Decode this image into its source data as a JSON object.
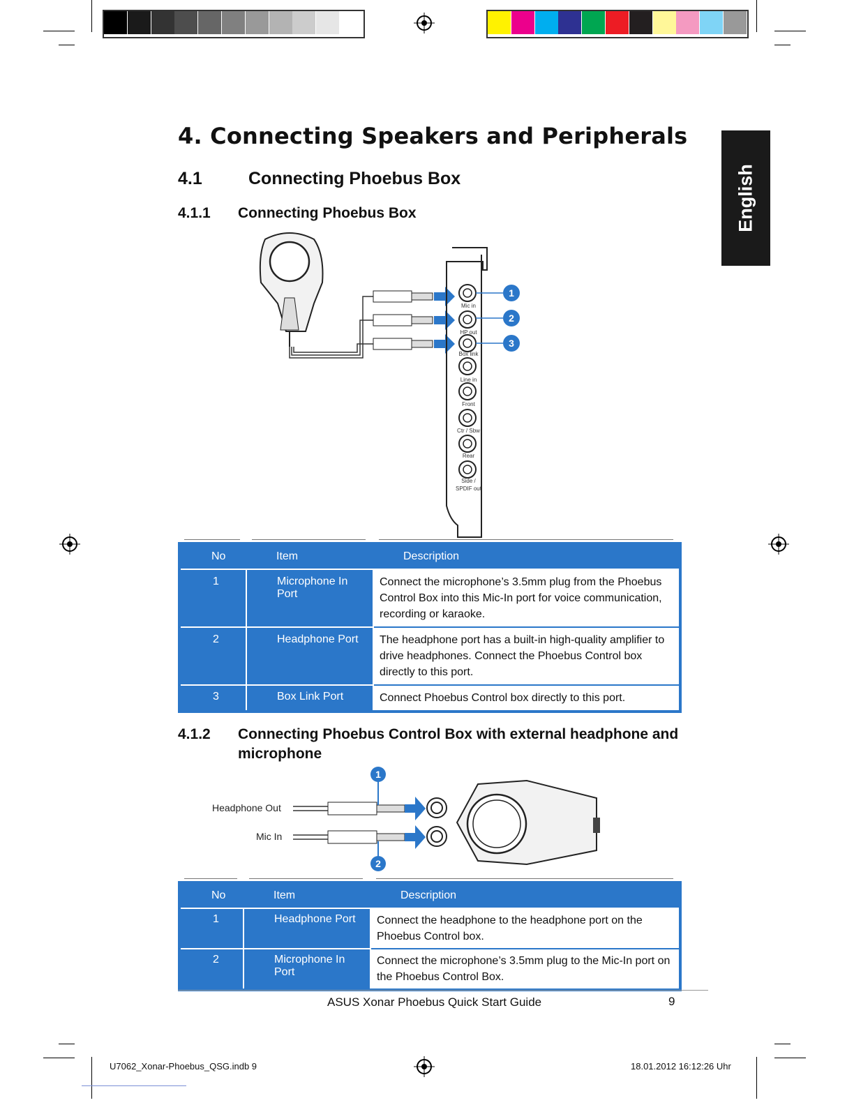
{
  "heading": "4. Connecting Speakers and Peripherals",
  "section": {
    "number": "4.1",
    "title": "Connecting Phoebus Box"
  },
  "sub1": {
    "number": "4.1.1",
    "title": "Connecting Phoebus Box"
  },
  "sub2": {
    "number": "4.1.2",
    "title_line1": "Connecting Phoebus Control Box with external headphone and",
    "title_line2": "microphone"
  },
  "side_tab": "English",
  "card_ports": [
    "Mic in",
    "HP out",
    "Box link",
    "Line in",
    "Front",
    "Ctr / Sbw",
    "Rear",
    "Side /",
    "SPDIF out"
  ],
  "callouts": [
    "1",
    "2",
    "3"
  ],
  "diagram2": {
    "label_headphone": "Headphone Out",
    "label_mic": "Mic In",
    "callouts": [
      "1",
      "2"
    ]
  },
  "table1": {
    "headers": [
      "No",
      "Item",
      "Description"
    ],
    "rows": [
      {
        "no": "1",
        "item": "Microphone In Port",
        "desc": "Connect the microphone’s 3.5mm plug from the Phoebus Control Box into this Mic-In port for voice communication, recording or karaoke."
      },
      {
        "no": "2",
        "item": "Headphone Port",
        "desc": "The headphone port has a built-in high-quality amplifier to drive headphones. Connect the Phoebus Control box directly to this port."
      },
      {
        "no": "3",
        "item": "Box Link Port",
        "desc": "Connect Phoebus Control box directly to this port."
      }
    ]
  },
  "table2": {
    "headers": [
      "No",
      "Item",
      "Description"
    ],
    "rows": [
      {
        "no": "1",
        "item": "Headphone Port",
        "desc": "Connect the headphone to the headphone port on the Phoebus Control box."
      },
      {
        "no": "2",
        "item": "Microphone In Port",
        "desc": "Connect the microphone’s 3.5mm plug to the Mic-In port on the Phoebus Control Box."
      }
    ]
  },
  "footer": {
    "guide": "ASUS Xonar Phoebus Quick Start Guide",
    "page": "9"
  },
  "slug": {
    "file": "U7062_Xonar-Phoebus_QSG.indb   9",
    "date": "18.01.2012   16:12:26 Uhr"
  },
  "colors": {
    "accent_blue": "#2b77c9",
    "tab_black": "#1a1a1a"
  }
}
